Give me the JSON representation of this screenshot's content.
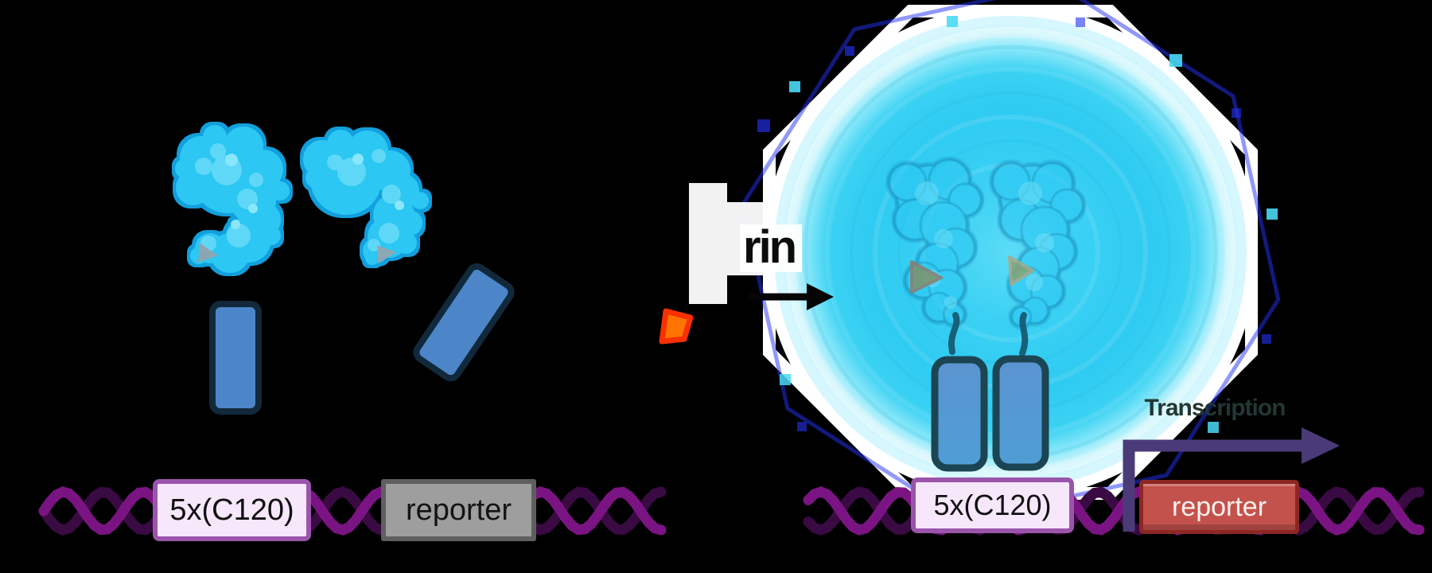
{
  "labels": {
    "off_c120": "5x(C120)",
    "off_reporter": "reporter",
    "ligand_fragment": "rin",
    "on_c120": "5x(C120)",
    "on_reporter": "reporter",
    "transcription": "Transcription"
  },
  "colors": {
    "bg": "#000000",
    "protein_cyan": "#2cc7f3",
    "protein_light": "#5fd8f7",
    "protein_lighter": "#8ae6fa",
    "protein_outline": "#129fdd",
    "dbd_blue": "#4c86c9",
    "dbd_border": "#12293c",
    "dbd_on_top": "#5b94d0",
    "dbd_on_bottom": "#4f9ed6",
    "dbd_border_on": "#1b4553",
    "linker_teal": "#17607a",
    "glow_core": "#3bd1f4",
    "glow_edge": "#d9f8fd",
    "halo_white": "#ffffff",
    "glitch_blue": "#2331f5",
    "glitch_cyan": "#49d9f5",
    "dna_dark": "#3a0a42",
    "dna_bright": "#7b1483",
    "c120_fill": "#f6e7fa",
    "c120_border": "#9a55ab",
    "reporter_off_fill": "#9e9e9e",
    "reporter_off_border": "#5f5f5f",
    "reporter_on_fill": "#c4524c",
    "reporter_on_border": "#8c2723",
    "ligand_fill": "#ff7300",
    "ligand_border": "#f93000",
    "bound_ligand_fill": "#7e9166",
    "bound_ligand_border": "#8a7d6e",
    "empty_slot_gray": "#97a1ac",
    "induction_arrow": "#050505",
    "transcription_arrow": "#4a3b78",
    "text_dark": "#0c0c0c"
  }
}
